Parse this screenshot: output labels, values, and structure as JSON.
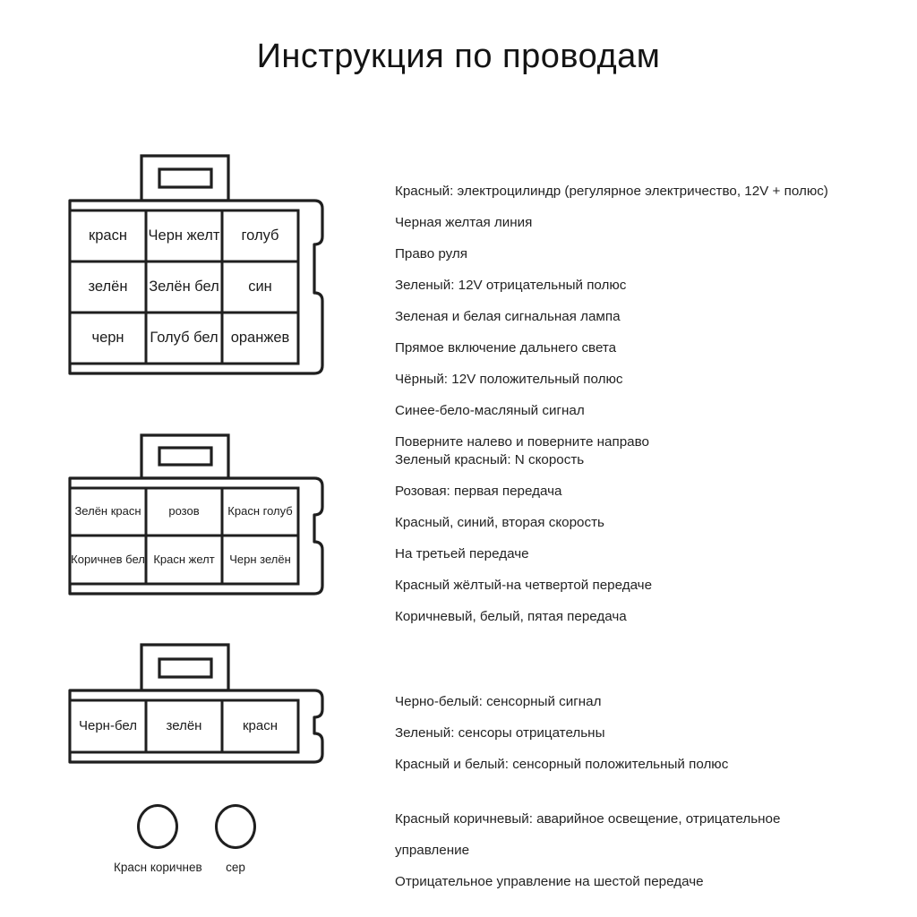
{
  "page": {
    "title": "Инструкция по проводам",
    "background": "#ffffff",
    "ink": "#1f1f1f"
  },
  "connectors": [
    {
      "id": "connector-1",
      "type": "rectangular-9-pin",
      "rows": 3,
      "cols": 3,
      "cells": [
        [
          "красн",
          "Черн желт",
          "голуб"
        ],
        [
          "зелён",
          "Зелён бел",
          "син"
        ],
        [
          "черн",
          "Голуб бел",
          "оранжев"
        ]
      ]
    },
    {
      "id": "connector-2",
      "type": "rectangular-6-pin",
      "rows": 2,
      "cols": 3,
      "cells": [
        [
          "Зелён красн",
          "розов",
          "Красн голуб"
        ],
        [
          "Коричнев бел",
          "Красн желт",
          "Черн зелён"
        ]
      ]
    },
    {
      "id": "connector-3",
      "type": "rectangular-3-pin",
      "rows": 1,
      "cols": 3,
      "cells": [
        [
          "Черн-бел",
          "зелён",
          "красн"
        ]
      ]
    }
  ],
  "round_connectors": [
    {
      "id": "round-connector-1",
      "label": "Красн коричнев"
    },
    {
      "id": "round-connector-2",
      "label": "сер"
    }
  ],
  "descriptions": [
    {
      "id": "desc-block-1",
      "lines": [
        "Красный: электроцилиндр (регулярное электричество, 12V + полюс)",
        "Черная желтая линия",
        "Право руля",
        "Зеленый: 12V отрицательный полюс",
        "Зеленая и белая сигнальная лампа",
        "Прямое включение дальнего света",
        "Чёрный: 12V положительный полюс",
        "Синее-бело-масляный сигнал",
        "Поверните налево и поверните направо"
      ]
    },
    {
      "id": "desc-block-2",
      "lines": [
        "Зеленый красный: N скорость",
        "Розовая: первая передача",
        "Красный, синий, вторая скорость",
        "На третьей передаче",
        "Красный жёлтый-на четвертой передаче",
        "Коричневый, белый, пятая передача"
      ]
    },
    {
      "id": "desc-block-3",
      "lines": [
        "Черно-белый: сенсорный сигнал",
        "Зеленый: сенсоры отрицательны",
        "Красный и белый: сенсорный положительный полюс"
      ]
    },
    {
      "id": "desc-block-4",
      "lines": [
        "Красный коричневый: аварийное освещение, отрицательное управление",
        "Отрицательное управление на шестой передаче"
      ]
    }
  ]
}
